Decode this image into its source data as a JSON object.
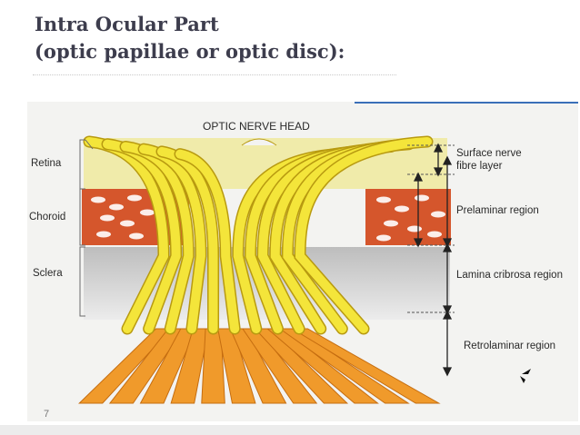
{
  "title": {
    "line1": "Intra Ocular Part",
    "line2": "(optic papillae or optic disc):"
  },
  "diagram": {
    "heading": "OPTIC NERVE HEAD",
    "left_labels": {
      "retina": "Retina",
      "choroid": "Choroid",
      "sclera": "Sclera"
    },
    "right_labels": {
      "surface": "Surface nerve fibre layer",
      "prelaminar": "Prelaminar region",
      "lamina": "Lamina cribrosa region",
      "retrolaminar": "Retrolaminar region"
    },
    "colors": {
      "fibre": "#f4e53a",
      "fibre_edge": "#b89a10",
      "myelin": "#f09a2b",
      "choroid": "#d5562c",
      "retina": "#f0ebaa",
      "sclera": "#dcdcdc"
    }
  },
  "page_number": "7"
}
